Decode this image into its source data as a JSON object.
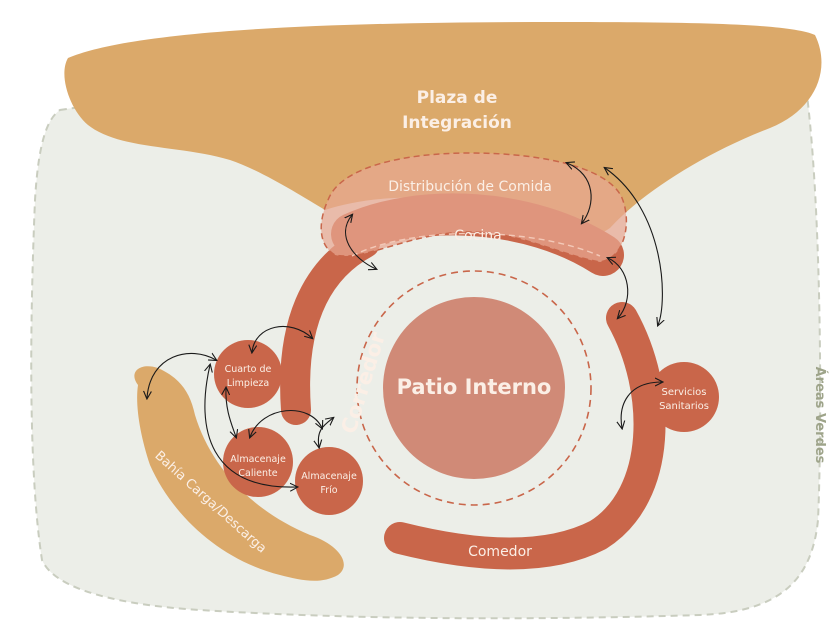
{
  "labels": {
    "plaza_line1": "Plaza de",
    "plaza_line2": "Integración",
    "areas_verdes": "Áreas Verdes",
    "distribucion": "Distribución de Comida",
    "cocina": "Cocina",
    "corredor": "Corredor",
    "patio": "Patio Interno",
    "servicios_line1": "Servicios",
    "servicios_line2": "Sanitarios",
    "comedor": "Comedor",
    "limpieza_line1": "Cuarto de",
    "limpieza_line2": "Limpieza",
    "caliente_line1": "Almacenaje",
    "caliente_line2": "Caliente",
    "frio_line1": "Almacenaje",
    "frio_line2": "Frío",
    "bahia": "Bahía Carga/Descarga"
  },
  "colors": {
    "green_area": "#eceee8",
    "green_border": "#c9cdbf",
    "plaza": "#dba96a",
    "bahia": "#dba96a",
    "terracotta": "#c9664a",
    "patio": "#d08a77",
    "distribucion": "#e8a791",
    "areas_text": "#9ea48a"
  }
}
